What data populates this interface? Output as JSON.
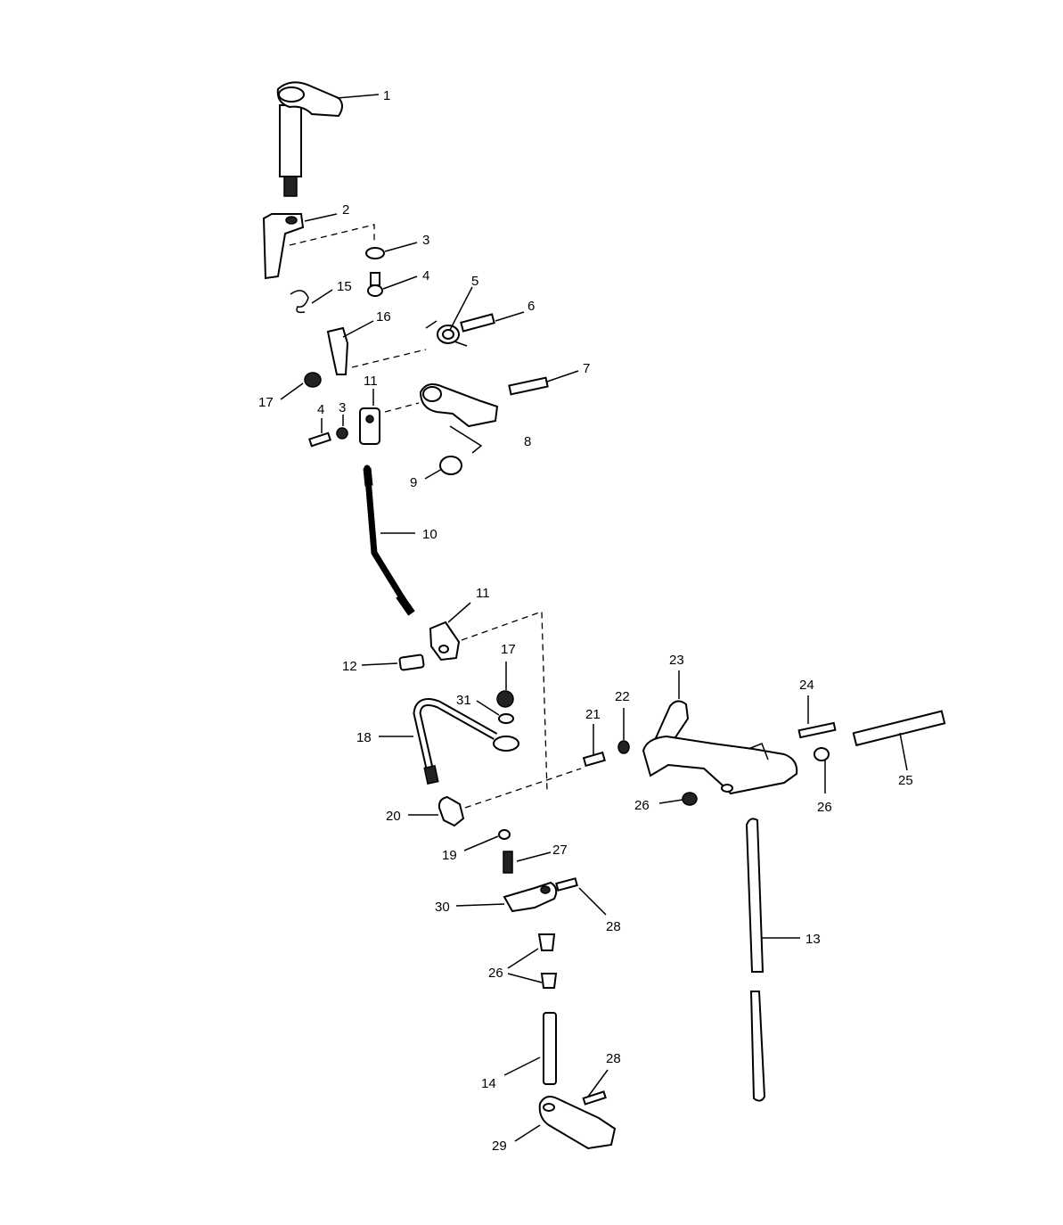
{
  "diagram": {
    "callouts": {
      "c1": "1",
      "c2": "2",
      "c3a": "3",
      "c4a": "4",
      "c5": "5",
      "c6": "6",
      "c7": "7",
      "c8": "8",
      "c9": "9",
      "c10": "10",
      "c11a": "11",
      "c11b": "11",
      "c12": "12",
      "c13": "13",
      "c14": "14",
      "c15": "15",
      "c16": "16",
      "c17a": "17",
      "c17b": "17",
      "c18": "18",
      "c19": "19",
      "c20": "20",
      "c21": "21",
      "c22": "22",
      "c23": "23",
      "c24": "24",
      "c25": "25",
      "c26a": "26",
      "c26b": "26",
      "c26c": "26",
      "c27": "27",
      "c28a": "28",
      "c28b": "28",
      "c29": "29",
      "c30": "30",
      "c31": "31",
      "c3b": "3",
      "c4b": "4"
    }
  }
}
